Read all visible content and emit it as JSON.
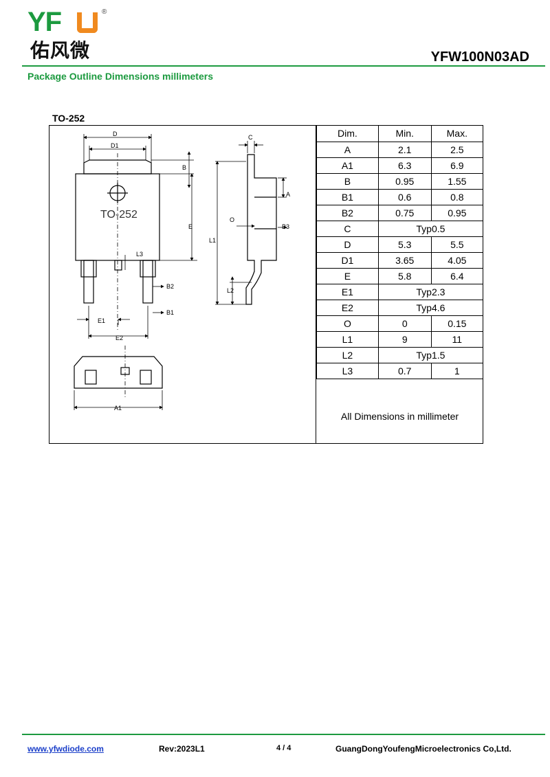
{
  "logo": {
    "letters": "YF",
    "registered": "®",
    "chinese": "佑风微"
  },
  "part_number": "YFW100N03AD",
  "section_title": "Package Outline Dimensions millimeters",
  "package_label": "TO-252",
  "drawing_labels": {
    "body_text": "TO-252",
    "D": "D",
    "D1": "D1",
    "B": "B",
    "E": "E",
    "L3": "L3",
    "B2": "B2",
    "B1": "B1",
    "E1": "E1",
    "E2": "E2",
    "A1": "A1",
    "C": "C",
    "A": "A",
    "O": "O",
    "L1": "L1",
    "L2": "L2",
    "B3": "B3"
  },
  "table": {
    "headers": [
      "Dim.",
      "Min.",
      "Max."
    ],
    "rows": [
      {
        "dim": "A",
        "min": "2.1",
        "max": "2.5"
      },
      {
        "dim": "A1",
        "min": "6.3",
        "max": "6.9"
      },
      {
        "dim": "B",
        "min": "0.95",
        "max": "1.55"
      },
      {
        "dim": "B1",
        "min": "0.6",
        "max": "0.8"
      },
      {
        "dim": "B2",
        "min": "0.75",
        "max": "0.95"
      },
      {
        "dim": "C",
        "typ": "Typ0.5"
      },
      {
        "dim": "D",
        "min": "5.3",
        "max": "5.5"
      },
      {
        "dim": "D1",
        "min": "3.65",
        "max": "4.05"
      },
      {
        "dim": "E",
        "min": "5.8",
        "max": "6.4"
      },
      {
        "dim": "E1",
        "typ": "Typ2.3"
      },
      {
        "dim": "E2",
        "typ": "Typ4.6"
      },
      {
        "dim": "O",
        "min": "0",
        "max": "0.15"
      },
      {
        "dim": "L1",
        "min": "9",
        "max": "11"
      },
      {
        "dim": "L2",
        "typ": "Typ1.5"
      },
      {
        "dim": "L3",
        "min": "0.7",
        "max": "1"
      }
    ],
    "note": "All Dimensions in millimeter"
  },
  "footer": {
    "website": "www.yfwdiode.com",
    "revision": "Rev:2023L1",
    "page": "4 / 4",
    "company": "GuangDongYoufengMicroelectronics Co,Ltd."
  },
  "colors": {
    "brand_green": "#1c9a3f",
    "brand_orange": "#f08a1f",
    "link_blue": "#1a3ec9"
  }
}
